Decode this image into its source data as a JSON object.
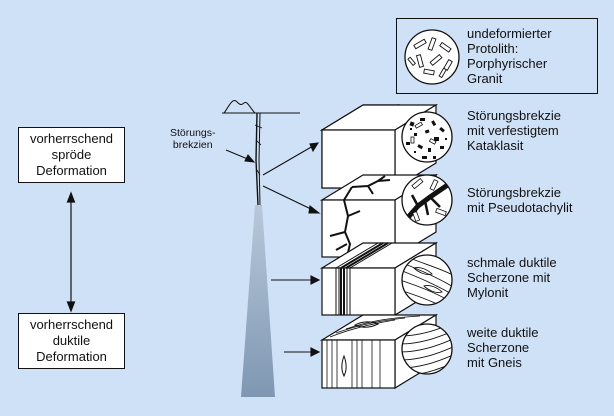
{
  "left_boxes": {
    "brittle": [
      "vorherrschend",
      "spröde",
      "Deformation"
    ],
    "ductile": [
      "vorherrschend",
      "duktile",
      "Deformation"
    ]
  },
  "fault_label": [
    "Störungs-",
    "brekzien"
  ],
  "legend_box": [
    "undeformierter",
    "Protolith:",
    "Porphyrischer",
    "Granit"
  ],
  "rock_labels": [
    [
      "Störungsbrekzie",
      "mit verfestigtem",
      "Kataklasit"
    ],
    [
      "Störungsbrekzie",
      "mit Pseudotachylit"
    ],
    [
      "schmale duktile",
      "Scherzone mit",
      "Mylonit"
    ],
    [
      "weite duktile",
      "Scherzone",
      "mit Gneis"
    ]
  ],
  "colors": {
    "background": "#cfe1f7",
    "zone_fill": "#8ea4bd",
    "line": "#111111"
  }
}
